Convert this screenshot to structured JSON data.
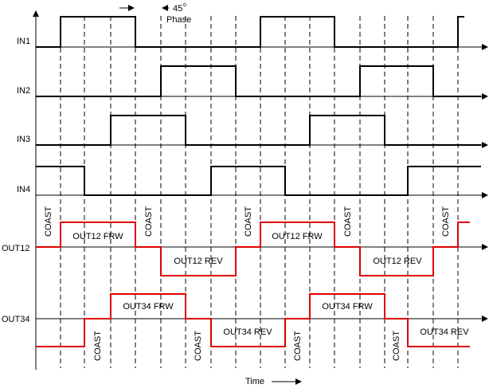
{
  "signals": {
    "in1": "IN1",
    "in2": "IN2",
    "in3": "IN3",
    "in4": "IN4",
    "out12": "OUT12",
    "out34": "OUT34"
  },
  "annotation": {
    "degrees": "45",
    "degree_sign": "o",
    "phase": "Phase"
  },
  "time_label": "Time",
  "state_labels": {
    "coast": "COAST",
    "out12_frw": "OUT12 FRW",
    "out12_rev": "OUT12 REV",
    "out34_frw": "OUT34 FRW",
    "out34_rev": "OUT34 REV"
  },
  "colors": {
    "digital_trace": "#000000",
    "output_trace": "#e00000",
    "guide_lines": "#000000",
    "background": "#ffffff"
  }
}
